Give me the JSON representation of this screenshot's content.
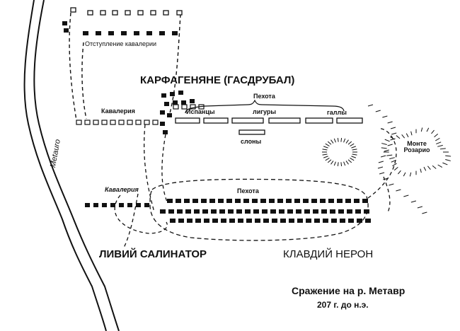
{
  "river": {
    "name": "Metauro"
  },
  "carthaginians": {
    "heading": "КАРФАГЕНЯНЕ (ГАСДРУБАЛ)",
    "cavalry_retreat": "Отступление кавалерии",
    "cavalry": "Кавалерия",
    "infantry": "Пехота",
    "spaniards": "Испанцы",
    "ligurians": "лигуры",
    "gauls": "галлы",
    "elephants": "слоны"
  },
  "romans": {
    "cavalry": "Кавалерия",
    "infantry_top": "Пехота",
    "left_commander": "ЛИВИЙ САЛИНАТОР",
    "right_commander": "КЛАВДИЙ НЕРОН"
  },
  "terrain": {
    "hill": "Монте Розарио"
  },
  "title": {
    "line1": "Сражение на р. Метавр",
    "line2": "207 г. до н.э."
  }
}
